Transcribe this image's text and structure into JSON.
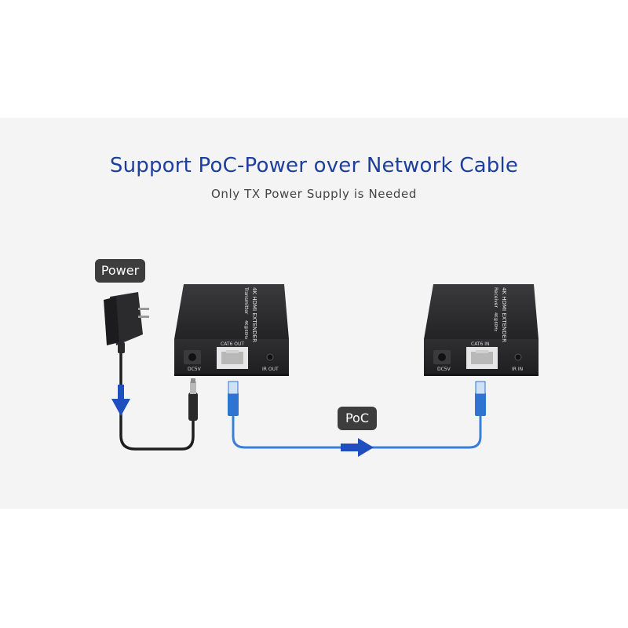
{
  "header": {
    "title": "Support PoC-Power over Network Cable",
    "subtitle": "Only TX Power Supply is Needed"
  },
  "labels": {
    "power": "Power",
    "poc": "PoC"
  },
  "transmitter": {
    "product": "4K HDMI EXTENDER",
    "role": "Transmitter",
    "badge": "4K@60Hz",
    "ports": {
      "dc": "DC5V",
      "cat": "CAT6 OUT",
      "ir": "IR OUT"
    }
  },
  "receiver": {
    "product": "4K HDMI EXTENDER",
    "role": "Receiver",
    "badge": "4K@60Hz",
    "ports": {
      "dc": "DC5V",
      "cat": "CAT6 IN",
      "ir": "IR IN"
    }
  },
  "colors": {
    "title": "#1d3e9c",
    "arrow": "#1f4fbf",
    "cable": "#3a7fd6",
    "device": "#2a2a2c",
    "tag": "#3d3d3d"
  }
}
